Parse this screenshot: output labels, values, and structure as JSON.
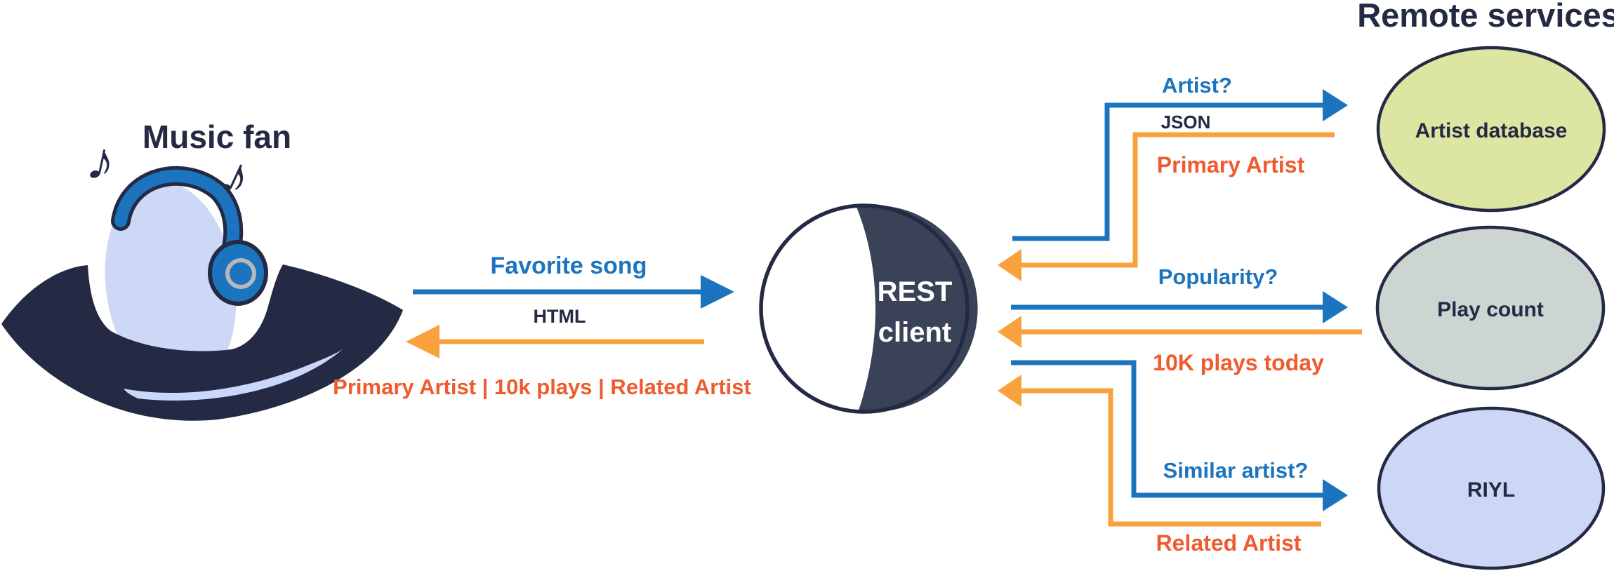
{
  "colors": {
    "navy": "#242a44",
    "blue": "#1b74bd",
    "arrow_orange": "#f9a13c",
    "text_orange": "#ee5b2e",
    "head_fill": "#cdd8f7",
    "ring_gray": "#b6b9bb"
  },
  "icons": {
    "music_note": "♪"
  },
  "actor": {
    "label": "Music fan"
  },
  "client": {
    "line1": "REST",
    "line2": "client"
  },
  "left_exchange": {
    "request": "Favorite song",
    "response_format": "HTML",
    "response": "Primary Artist | 10k plays | Related Artist"
  },
  "remote": {
    "title": "Remote services",
    "services": [
      {
        "name": "Artist database",
        "request": "Artist?",
        "response_format": "JSON",
        "response": "Primary Artist",
        "fill": "#dde5a2"
      },
      {
        "name": "Play count",
        "request": "Popularity?",
        "response": "10K plays today",
        "fill": "#ccd5d1"
      },
      {
        "name": "RIYL",
        "request": "Similar artist?",
        "response": "Related Artist",
        "fill": "#cbd7f5"
      }
    ]
  }
}
